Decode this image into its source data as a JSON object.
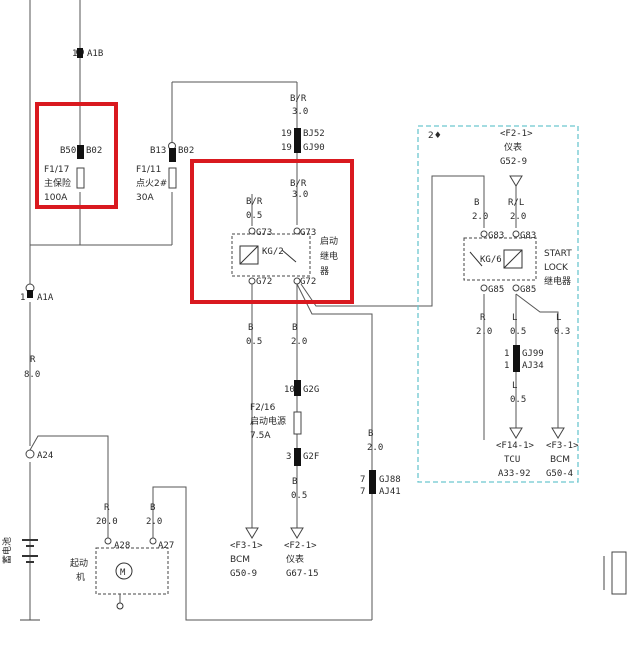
{
  "labels": {
    "a1b": "A1B",
    "pin1_top": "1",
    "b50": "B50",
    "b02": "B02",
    "f1_17": "F1/17",
    "main_fuse_name": "主保险",
    "main_fuse_rating": "100A",
    "b13": "B13",
    "b02b": "B02",
    "f1_11": "F1/11",
    "ign_name": "点火2#",
    "ign_rating": "30A",
    "br_top": "B/R",
    "br_top_val": "3.0",
    "p19a": "19",
    "bj52": "BJ52",
    "p19b": "19",
    "gj90": "GJ90",
    "br_left": "B/R",
    "br_left_val": "0.5",
    "br_mid": "B/R",
    "br_mid_val": "3.0",
    "g73a": "G73",
    "g73b": "G73",
    "kg2": "KG/2",
    "g72a": "G72",
    "g72b": "G72",
    "start_relay_1": "启动",
    "start_relay_2": "继电",
    "start_relay_3": "器",
    "b_05": "B",
    "b_05_val": "0.5",
    "b_20": "B",
    "b_20_val": "2.0",
    "p10": "10",
    "g2g": "G2G",
    "f2_16": "F2/16",
    "start_pwr": "启动电源",
    "rating_75": "7.5A",
    "p3": "3",
    "g2f": "G2F",
    "b_05b": "B",
    "b_05b_val": "0.5",
    "conn_f3_1": "<F3-1>",
    "bcm_l": "BCM",
    "g50_9": "G50-9",
    "conn_f2_1": "<F2-1>",
    "meter_l": "仪表",
    "g67_15": "G67-15",
    "b_20b": "B",
    "b_20b_val": "2.0",
    "p7a": "7",
    "gj88": "GJ88",
    "p7b": "7",
    "aj41": "AJ41",
    "p1_a1a": "1",
    "a1a": "A1A",
    "r_80": "R",
    "r_80_val": "8.0",
    "a24": "A24",
    "r_200": "R",
    "r_200_val": "20.0",
    "b_20c": "B",
    "b_20c_val": "2.0",
    "a28": "A28",
    "a27": "A27",
    "motor": "M",
    "starter_1": "起动",
    "starter_2": "机",
    "battery": "蓄电池",
    "sec2": "2♦",
    "conn_f2_1r": "<F2-1>",
    "meter_r": "仪表",
    "g52_9": "G52-9",
    "b_20d": "B",
    "b_20d_val": "2.0",
    "rl": "R/L",
    "rl_val": "2.0",
    "g83a": "G83",
    "g83b": "G83",
    "kg6": "KG/6",
    "g85a": "G85",
    "g85b": "G85",
    "sl_1": "START",
    "sl_2": "LOCK",
    "sl_3": "继电器",
    "r_20": "R",
    "r_20_val": "2.0",
    "l_05": "L",
    "l_05_val": "0.5",
    "l_03": "L",
    "l_03_val": "0.3",
    "p1_gj99": "1",
    "gj99": "GJ99",
    "p1_aj34": "1",
    "aj34": "AJ34",
    "l_05b": "L",
    "l_05b_val": "0.5",
    "conn_f14_1": "<F14-1>",
    "tcu": "TCU",
    "a33_92": "A33-92",
    "conn_f3_1r": "<F3-1>",
    "bcm_r": "BCM",
    "g50_4": "G50-4"
  },
  "colors": {
    "highlight": "#d9191f",
    "section_border": "#6cc7cf",
    "wire": "#555555"
  }
}
